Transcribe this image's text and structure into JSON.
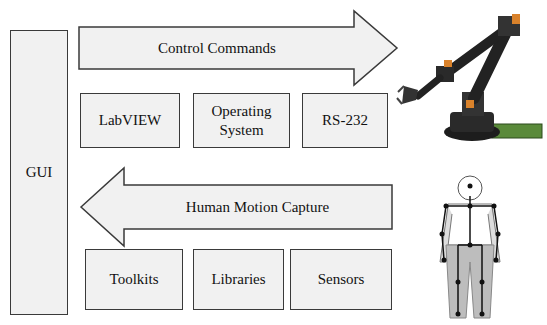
{
  "diagram": {
    "nodes": [
      {
        "text": [
          "GUI"
        ]
      },
      {
        "text": [
          "Control Commands"
        ]
      },
      {
        "text": [
          "LabVIEW"
        ]
      },
      {
        "text": [
          "Operating System"
        ]
      },
      {
        "text": [
          "RS-232"
        ]
      },
      {
        "text": [
          "Human Motion Capture"
        ]
      },
      {
        "text": [
          "Toolkits"
        ]
      },
      {
        "text": [
          "Libraries"
        ]
      },
      {
        "text": [
          "Sensors"
        ]
      }
    ]
  }
}
